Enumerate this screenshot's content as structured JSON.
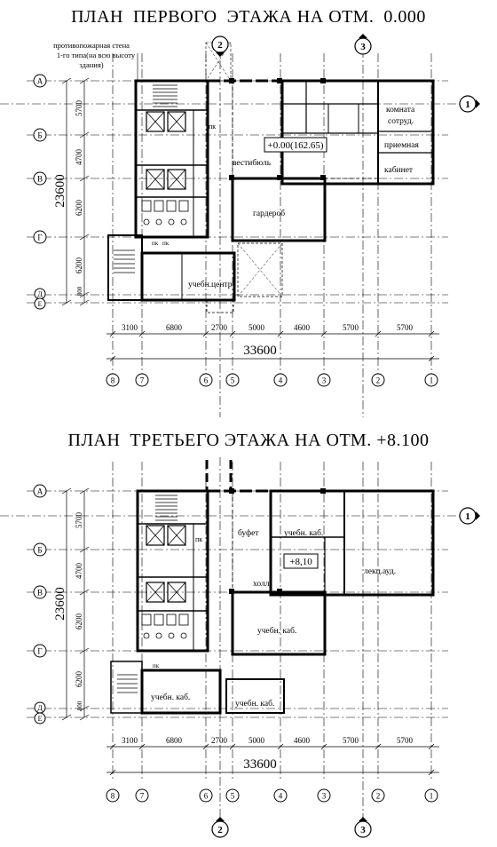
{
  "plans": [
    {
      "title": "ПЛАН  ПЕРВОГО  ЭТАЖА НА ОТМ.  0.000",
      "level_mark": "+0.00(162.65)",
      "fire_wall_note": [
        "противопожарная стена",
        "1-го типа(на всю высоту",
        "здания)"
      ],
      "rooms": [
        "вестибюль",
        "гардероб",
        "учебн.центр",
        "комната",
        "сотруд.",
        "приемная",
        "кабинет",
        "пк",
        "пк",
        "пк"
      ]
    },
    {
      "title": "ПЛАН  ТРЕТЬЕГО ЭТАЖА НА ОТМ. +8.100",
      "level_mark": "+8,10",
      "fire_wall_note": [],
      "rooms": [
        "буфет",
        "учебн. каб.",
        "холл",
        "лекц.ауд.",
        "учебн. каб.",
        "учебн. каб.",
        "учебн. каб.",
        "пк",
        "пк"
      ]
    }
  ],
  "row_axes": [
    "А",
    "Б",
    "В",
    "Г",
    "Д",
    "Е"
  ],
  "row_dims": [
    "5700",
    "4700",
    "6200",
    "6200",
    "800"
  ],
  "total_depth": "23600",
  "col_axes": [
    "8",
    "7",
    "6",
    "5",
    "4",
    "3",
    "2",
    "1"
  ],
  "col_dims": [
    "3100",
    "6800",
    "2700",
    "5000",
    "4600",
    "5700",
    "5700"
  ],
  "total_width": "33600",
  "section_marks": [
    "1",
    "2",
    "3"
  ]
}
